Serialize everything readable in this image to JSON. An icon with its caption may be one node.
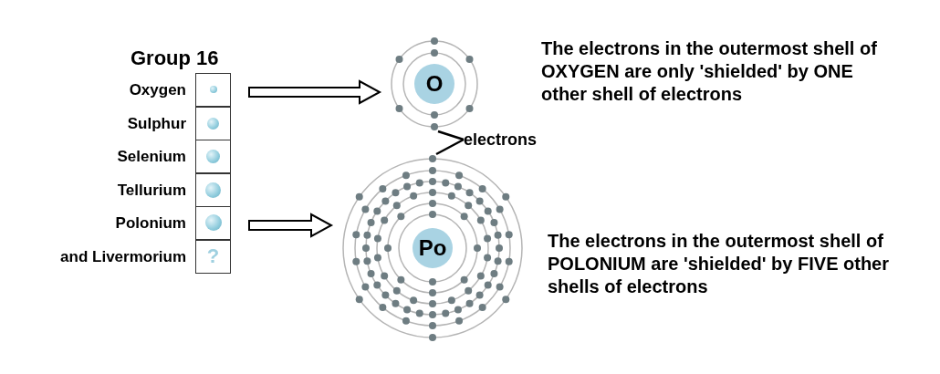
{
  "diagram": {
    "nodes": [
      {
        "text": [
          "Oxygen"
        ]
      },
      {
        "text": [
          "Sulphur"
        ]
      },
      {
        "text": [
          "Selenium"
        ]
      },
      {
        "text": [
          "Tellurium"
        ]
      },
      {
        "text": [
          "Polonium"
        ]
      },
      {
        "text": [
          "and Livermorium",
          "?"
        ]
      },
      {
        "text": [
          "O"
        ]
      },
      {
        "text": [
          "Po"
        ]
      },
      {
        "text": [
          "electrons"
        ]
      }
    ],
    "edges": [
      {
        "from": 0,
        "to": 6,
        "arrow": "to"
      },
      {
        "from": 4,
        "to": 7,
        "arrow": "to"
      },
      {
        "from": 8,
        "to": 6,
        "arrow": "none"
      },
      {
        "from": 8,
        "to": 7,
        "arrow": "none"
      }
    ],
    "labels": [
      "Group 16",
      "The electrons in the outermost shell of OXYGEN are only 'shielded' by ONE other shell of electrons",
      "The electrons in the outermost shell of POLONIUM are 'shielded' by FIVE other shells of electrons"
    ]
  }
}
